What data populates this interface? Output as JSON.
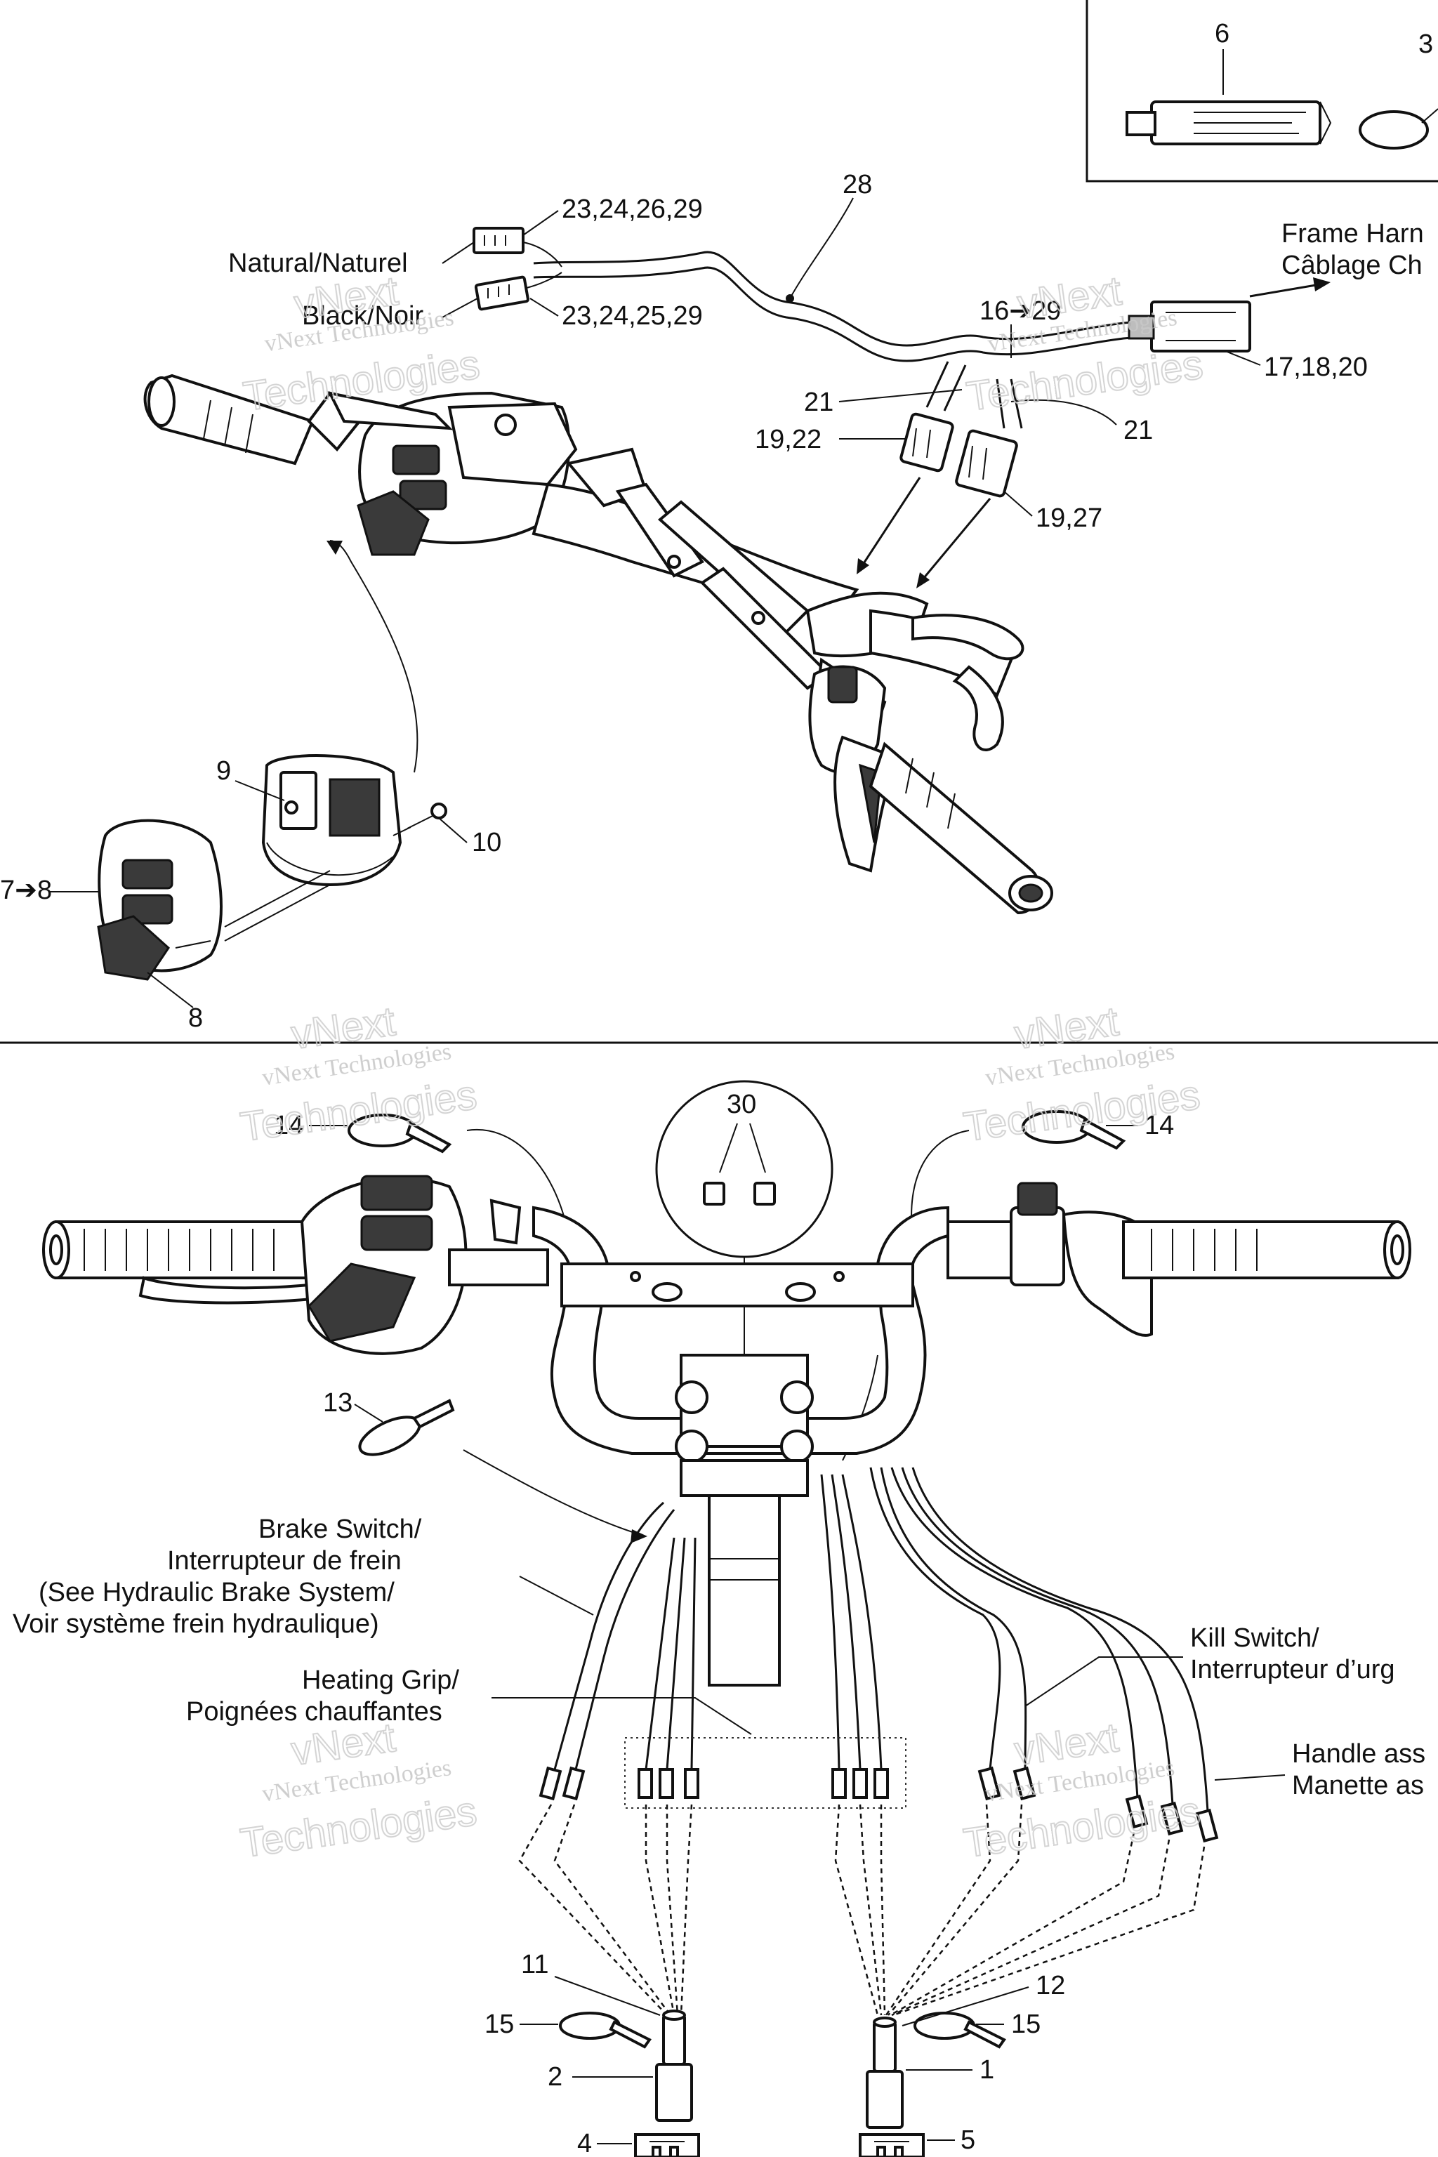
{
  "callouts": {
    "c6": "6",
    "c3": "3",
    "c28": "28",
    "c23_26": "23,24,26,29",
    "c23_25": "23,24,25,29",
    "c16": "16➔29",
    "c17": "17,18,20",
    "c21a": "21",
    "c21b": "21",
    "c19_22": "19,22",
    "c19_27": "19,27",
    "c9": "9",
    "c10": "10",
    "c7_8": "7➔8",
    "c8": "8",
    "c30": "30",
    "c14a": "14",
    "c14b": "14",
    "c13": "13",
    "c11": "11",
    "c12": "12",
    "c15a": "15",
    "c15b": "15",
    "c2": "2",
    "c1": "1",
    "c4": "4",
    "c5": "5"
  },
  "labels": {
    "natural": "Natural/Naturel",
    "black": "Black/Noir",
    "frame_l1": "Frame Harn",
    "frame_l2": "Câblage Ch",
    "brake_l1": "Brake Switch/",
    "brake_l2": "Interrupteur de frein",
    "brake_l3": "(See Hydraulic Brake System/",
    "brake_l4": "Voir système frein hydraulique)",
    "heat_l1": "Heating Grip/",
    "heat_l2": "Poignées chauffantes",
    "kill_l1": "Kill Switch/",
    "kill_l2": "Interrupteur d’urg",
    "handle_l1": "Handle ass",
    "handle_l2": "Manette as"
  },
  "watermark": {
    "brand": "vNext",
    "company": "vNext Technologies",
    "word": "Technologies"
  }
}
